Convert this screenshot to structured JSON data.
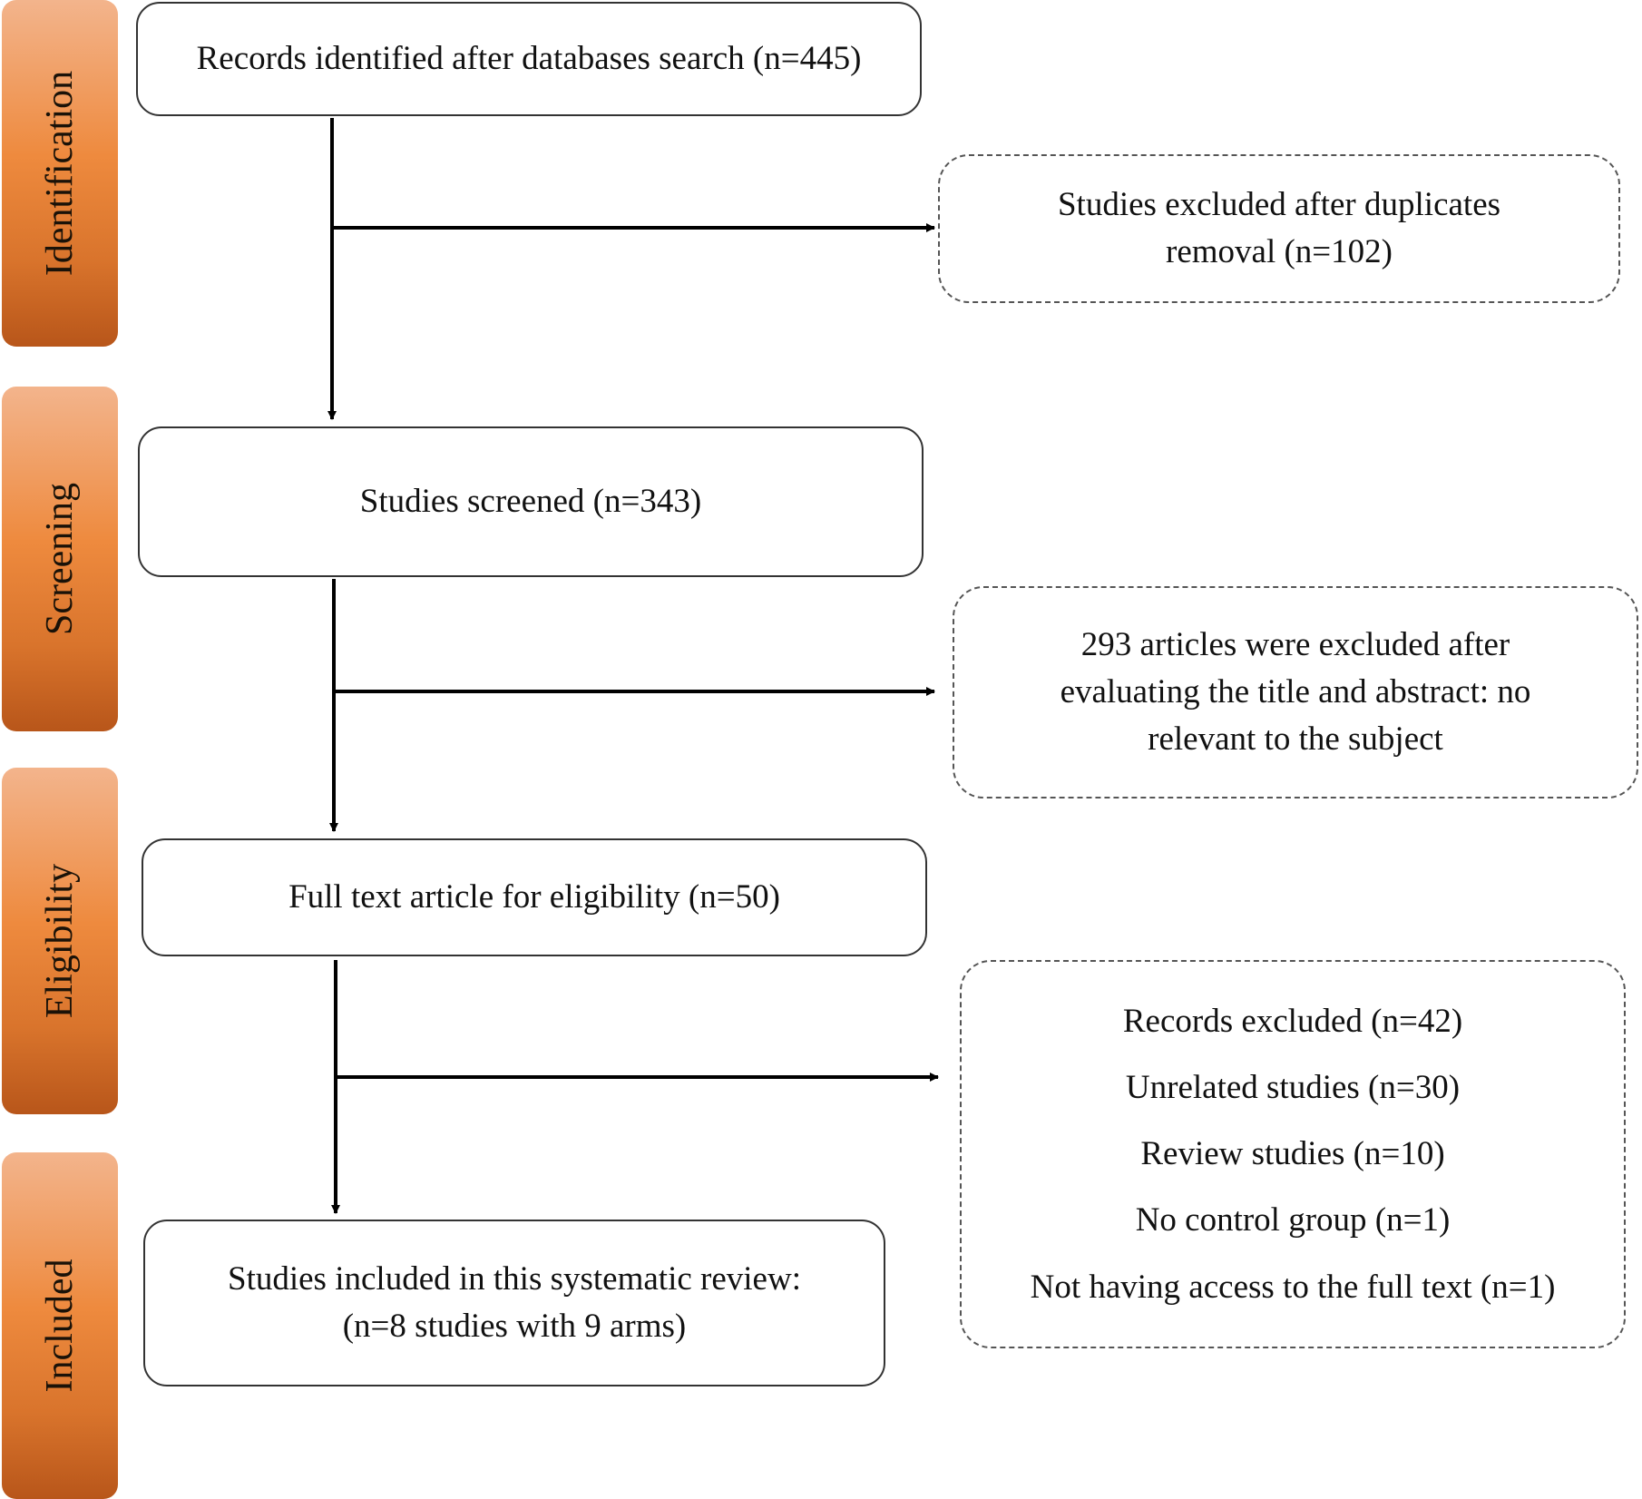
{
  "phases": {
    "identification": "Identification",
    "screening": "Screening",
    "eligibility": "Eligibility",
    "included": "Included"
  },
  "boxes": {
    "records_identified": "Records identified after databases search (n=445)",
    "duplicates_excluded": {
      "line1": "Studies excluded after duplicates",
      "line2": "removal (n=102)"
    },
    "studies_screened": "Studies screened (n=343)",
    "title_abstract_excluded": {
      "line1": "293 articles were excluded after",
      "line2": "evaluating the title and abstract: no",
      "line3": "relevant to the subject"
    },
    "full_text": "Full text article for eligibility (n=50)",
    "records_excluded": [
      "Records excluded (n=42)",
      "Unrelated studies (n=30)",
      "Review studies (n=10)",
      "No control group (n=1)",
      "Not having access to the full text (n=1)"
    ],
    "included_studies": {
      "line1": "Studies included in this systematic review:",
      "line2": "(n=8 studies with 9 arms)"
    }
  },
  "colors": {
    "phase_top": "#f3b48c",
    "phase_mid": "#ee8a3e",
    "phase_bottom": "#b8561a",
    "lines": "#000000"
  }
}
